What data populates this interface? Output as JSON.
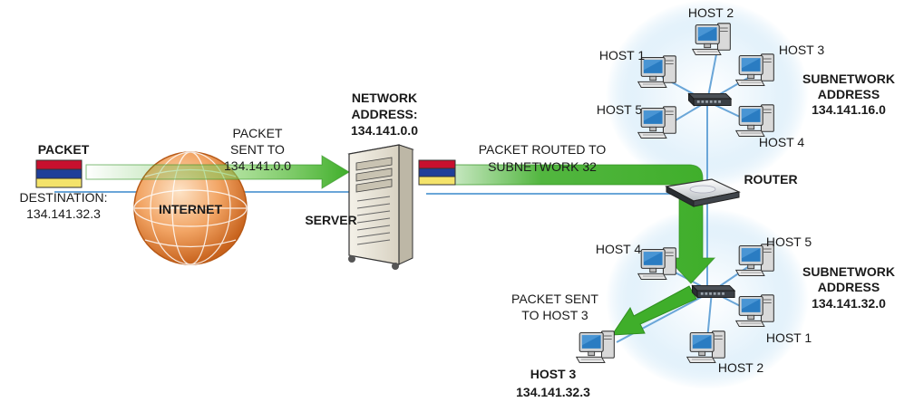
{
  "packet": {
    "title": "PACKET",
    "destination_label": "DESTINATION:",
    "destination_value": "134.141.32.3",
    "stripe_colors": [
      "#c8102e",
      "#1f3f99",
      "#f4e36a"
    ]
  },
  "internet": {
    "label": "INTERNET"
  },
  "sent_to_server": {
    "line1": "PACKET",
    "line2": "SENT TO",
    "line3": "134.141.0.0"
  },
  "server": {
    "label": "SERVER",
    "network_line1": "NETWORK",
    "network_line2": "ADDRESS:",
    "network_value": "134.141.0.0"
  },
  "routed": {
    "line1": "PACKET ROUTED TO",
    "line2": "SUBNETWORK 32"
  },
  "router": {
    "label": "ROUTER"
  },
  "subnet16": {
    "line1": "SUBNETWORK",
    "line2": "ADDRESS",
    "value": "134.141.16.0",
    "hosts": [
      "HOST 1",
      "HOST 2",
      "HOST 3",
      "HOST 4",
      "HOST 5"
    ]
  },
  "subnet32": {
    "line1": "SUBNETWORK",
    "line2": "ADDRESS",
    "value": "134.141.32.0",
    "hosts": [
      "HOST 1",
      "HOST 2",
      "HOST 4",
      "HOST 5"
    ]
  },
  "to_host3": {
    "line1": "PACKET SENT",
    "line2": "TO HOST 3"
  },
  "host3": {
    "label": "HOST 3",
    "address": "134.141.32.3"
  },
  "colors": {
    "arrow_green": "#3fae2a",
    "arrow_light": "#c9ecb8",
    "cable_blue": "#6aa6d8",
    "globe_orange": "#e8873a",
    "halo_blue": "#bfe0f5"
  }
}
